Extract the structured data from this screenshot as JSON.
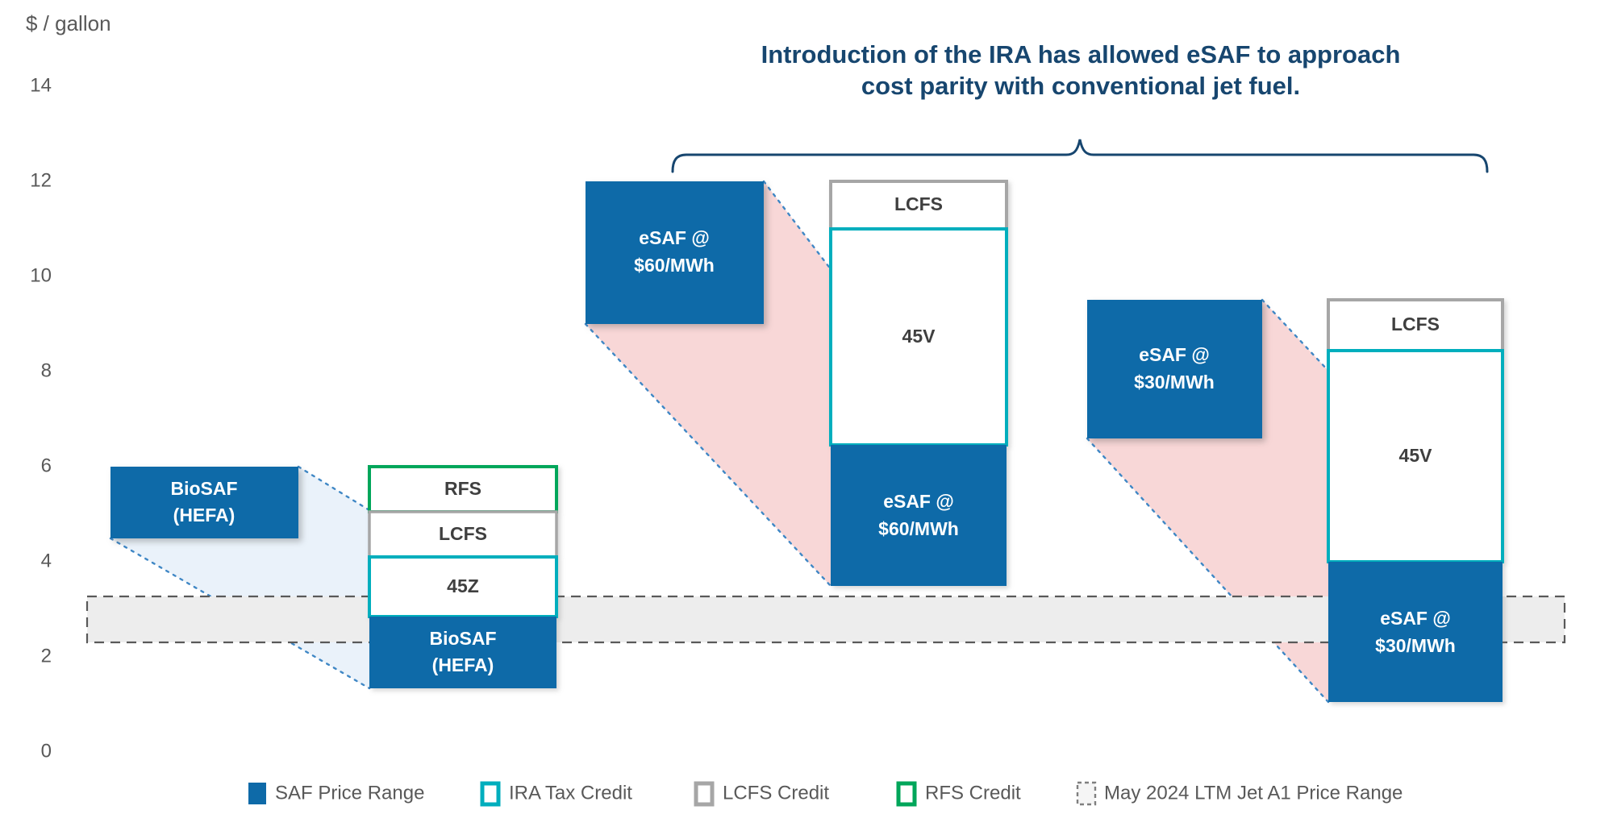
{
  "axis": {
    "ylabel": "$ / gallon"
  },
  "annotation": {
    "line1": "Introduction of the IRA has allowed eSAF to approach",
    "line2": "cost parity with conventional jet fuel."
  },
  "colors": {
    "saf_blue": "#0E6AA8",
    "title_navy": "#17466F",
    "ira_teal": "#00AEBD",
    "rfs_green": "#00A65A",
    "lcfs_gray": "#A6A6A6",
    "connector_dash_blue": "#3F87C5",
    "connector_fill_light_blue": "#EAF2FA",
    "connector_fill_pink": "#F8D7D7",
    "jet_band_fill": "#EDEDED",
    "jet_band_dash": "#595959",
    "axis_text_gray": "#595959"
  },
  "chart_data": {
    "type": "bar",
    "subtype": "stacked-credit-waterfall",
    "title": "Introduction of the IRA has allowed eSAF to approach cost parity with conventional jet fuel.",
    "ylabel": "$ / gallon",
    "ylim": [
      0,
      14
    ],
    "yticks": [
      14,
      12,
      10,
      8,
      6,
      4,
      2,
      0
    ],
    "grid": false,
    "legend_position": "bottom",
    "groups": [
      {
        "name": "BioSAF (HEFA)",
        "unsubsidized_label_lines": [
          "BioSAF",
          "(HEFA)"
        ],
        "unsubsidized_range": [
          4.5,
          6.0
        ],
        "stack": [
          {
            "label": "BioSAF (HEFA)",
            "label_lines": [
              "BioSAF",
              "(HEFA)"
            ],
            "range": [
              1.35,
              2.85
            ],
            "legend": "SAF Price Range"
          },
          {
            "label": "45Z",
            "range": [
              2.85,
              4.1
            ],
            "legend": "IRA Tax Credit"
          },
          {
            "label": "LCFS",
            "range": [
              4.1,
              5.05
            ],
            "legend": "LCFS Credit"
          },
          {
            "label": "RFS",
            "range": [
              5.05,
              6.0
            ],
            "legend": "RFS Credit"
          }
        ]
      },
      {
        "name": "eSAF @ $60/MWh",
        "unsubsidized_label_lines": [
          "eSAF @",
          "$60/MWh"
        ],
        "unsubsidized_range": [
          9.0,
          12.0
        ],
        "stack": [
          {
            "label": "eSAF @ $60/MWh",
            "label_lines": [
              "eSAF @",
              "$60/MWh"
            ],
            "range": [
              3.5,
              6.45
            ],
            "legend": "SAF Price Range"
          },
          {
            "label": "45V",
            "range": [
              6.45,
              11.0
            ],
            "legend": "IRA Tax Credit"
          },
          {
            "label": "LCFS",
            "range": [
              11.0,
              12.0
            ],
            "legend": "LCFS Credit"
          }
        ]
      },
      {
        "name": "eSAF @ $30/MWh",
        "unsubsidized_label_lines": [
          "eSAF @",
          "$30/MWh"
        ],
        "unsubsidized_range": [
          6.6,
          9.5
        ],
        "stack": [
          {
            "label": "eSAF @ $30/MWh",
            "label_lines": [
              "eSAF @",
              "$30/MWh"
            ],
            "range": [
              1.05,
              4.0
            ],
            "legend": "SAF Price Range"
          },
          {
            "label": "45V",
            "range": [
              4.0,
              8.45
            ],
            "legend": "IRA Tax Credit"
          },
          {
            "label": "LCFS",
            "range": [
              8.45,
              9.5
            ],
            "legend": "LCFS Credit"
          }
        ]
      }
    ],
    "reference_band": {
      "label": "May 2024 LTM Jet A1 Price Range",
      "range": [
        2.3,
        3.3
      ]
    },
    "legend": [
      {
        "label": "SAF Price Range",
        "swatch": "solid-blue"
      },
      {
        "label": "IRA Tax Credit",
        "swatch": "teal-outline"
      },
      {
        "label": "LCFS Credit",
        "swatch": "gray-outline"
      },
      {
        "label": "RFS Credit",
        "swatch": "green-outline"
      },
      {
        "label": "May 2024 LTM Jet A1 Price Range",
        "swatch": "dashed-gray-outline"
      }
    ]
  }
}
